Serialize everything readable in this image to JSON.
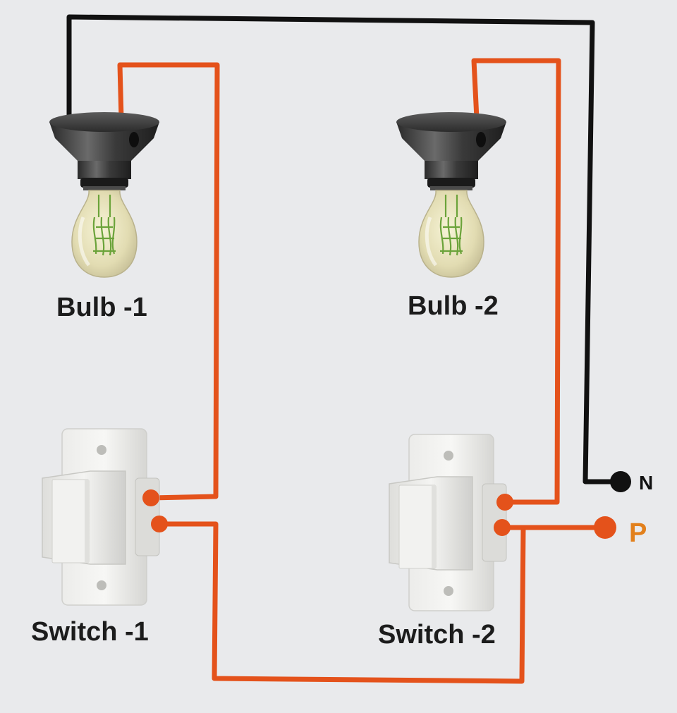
{
  "labels": {
    "bulb1": "Bulb -1",
    "bulb2": "Bulb -2",
    "switch1": "Switch -1",
    "switch2": "Switch -2",
    "neutral": "N",
    "phase": "P"
  },
  "colors": {
    "background": "#e9eaec",
    "phase_wire": "#e4521b",
    "neutral_wire": "#111111",
    "phase_label": "#e2801c",
    "neutral_label": "#111111",
    "text": "#1c1c1c"
  },
  "components": {
    "bulb_icon": "bulb-holder-icon",
    "switch_icon": "wall-switch-icon"
  }
}
